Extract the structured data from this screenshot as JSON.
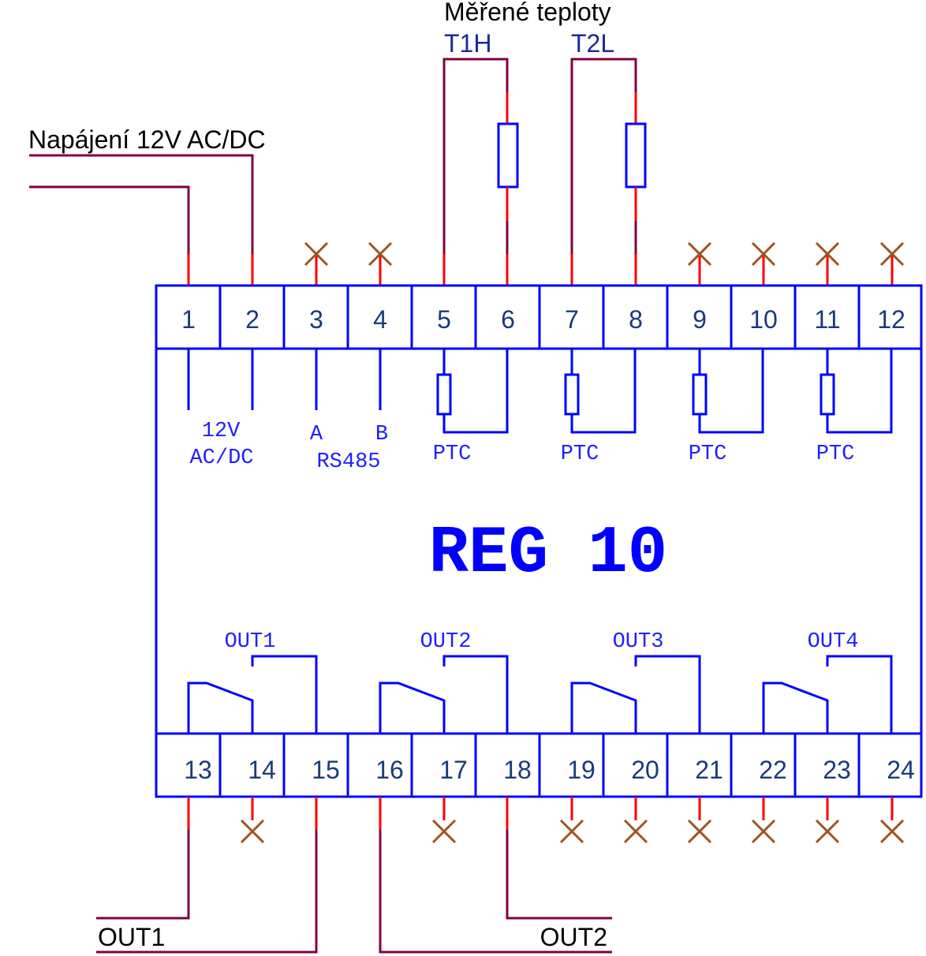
{
  "labels": {
    "measured": "Měřené teploty",
    "t1h": "T1H",
    "t2l": "T2L",
    "power": "Napájení 12V AC/DC",
    "device": "REG 10",
    "out1_wire": "OUT1",
    "out2_wire": "OUT2",
    "v12": "12V",
    "acdc": "AC/DC",
    "a": "A",
    "b": "B",
    "rs485": "RS485",
    "ptc": "PTC",
    "out1": "OUT1",
    "out2": "OUT2",
    "out3": "OUT3",
    "out4": "OUT4"
  },
  "terminals_top": [
    "1",
    "2",
    "3",
    "4",
    "5",
    "6",
    "7",
    "8",
    "9",
    "10",
    "11",
    "12"
  ],
  "terminals_bottom": [
    "13",
    "14",
    "15",
    "16",
    "17",
    "18",
    "19",
    "20",
    "21",
    "22",
    "23",
    "24"
  ],
  "unconnected_top": [
    "3",
    "4",
    "9",
    "10",
    "11",
    "12"
  ],
  "unconnected_bottom": [
    "14",
    "17",
    "19",
    "20",
    "21",
    "22",
    "23",
    "24"
  ],
  "colors": {
    "device": "#0000ff",
    "external_wire": "#800040",
    "terminal_lead": "#ff0000",
    "not_connected": "#a0521d"
  }
}
